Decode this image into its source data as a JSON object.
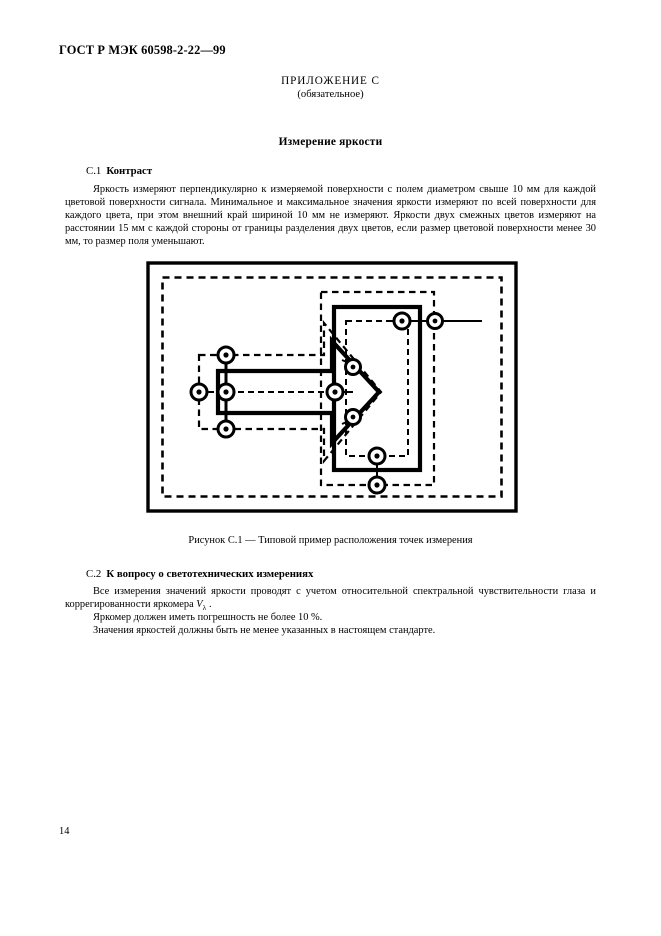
{
  "document": {
    "standard_header": "ГОСТ Р МЭК 60598-2-22—99",
    "page_number": "14"
  },
  "annex": {
    "title": "ПРИЛОЖЕНИЕ С",
    "subtitle": "(обязательное)",
    "heading": "Измерение яркости"
  },
  "clauses": [
    {
      "number": "С.1",
      "title": "Контраст",
      "paragraph": "Яркость измеряют перпендикулярно к измеряемой поверхности с полем диаметром свыше 10 мм для каждой цветовой поверхности сигнала. Минимальное и максимальное значения яркости измеряют по всей поверхности для каждого цвета, при этом внешний край шириной 10 мм не измеряют. Яркости двух смежных цветов измеряют на расстоянии 15 мм с каждой стороны от границы разделения двух цветов, если размер цветовой поверхности менее 30 мм, то размер поля уменьшают."
    },
    {
      "number": "С.2",
      "title": "К вопросу о светотехнических измерениях",
      "paragraph_lead": "Все измерения значений яркости проводят с учетом относительной спектральной чувствительности глаза и коррегированности яркомера ",
      "paragraph_symbol": "V",
      "paragraph_symbol_sub": "λ",
      "paragraph_tail": " .",
      "paragraph_2": "Яркомер должен иметь погрешность не более 10 %.",
      "paragraph_3": "Значения яркостей должны быть не менее указанных в настоящем стандарте."
    }
  ],
  "figure": {
    "caption": "Рисунок С.1 — Типовой пример расположения точек измерения",
    "alt": "Схема типового расположения точек измерения яркости на сигнальном поле со стрелкой и прямоугольником",
    "colors": {
      "stroke": "#000000",
      "background": "#ffffff"
    },
    "elements": {
      "outer_frame": "сплошная внешняя рамка",
      "dashed_inner_frame": "штриховая внутренняя рамка (край 10 мм)",
      "arrow_symbol": "стрелка (сигнальный символ)",
      "rectangle_symbol": "прямоугольник (сигнальный символ)",
      "measurement_points_count": 10
    }
  }
}
